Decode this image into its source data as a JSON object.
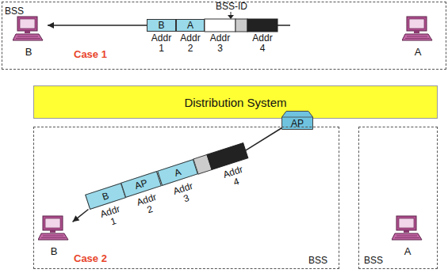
{
  "diagram": {
    "nodes": [
      {
        "text": [
          "BSS",
          "Case 1"
        ]
      },
      {
        "text": [
          "B"
        ],
        "in": 0
      },
      {
        "text": [
          "B"
        ],
        "in": 0
      },
      {
        "text": [
          "A"
        ],
        "in": 0
      },
      {
        "text": [
          "A"
        ],
        "in": 0
      },
      {
        "text": [
          "Distribution System"
        ]
      },
      {
        "text": [
          "AP"
        ]
      },
      {
        "text": [
          "Case 2",
          "BSS"
        ]
      },
      {
        "text": [
          "B"
        ],
        "in": 7
      },
      {
        "text": [
          "B"
        ],
        "in": 7
      },
      {
        "text": [
          "AP"
        ],
        "in": 7
      },
      {
        "text": [
          "A"
        ],
        "in": 7
      },
      {
        "text": [
          "BSS"
        ]
      },
      {
        "text": [
          "A"
        ],
        "in": 12
      }
    ],
    "edges": [
      {
        "from": 2,
        "to": 1,
        "arrow": "to"
      },
      {
        "from": 9,
        "to": 8,
        "arrow": "to"
      }
    ],
    "labels": [
      "BSS-ID",
      "Addr 1",
      "Addr 2",
      "Addr 3",
      "Addr 4",
      "Addr 1",
      "Addr 2",
      "Addr 3",
      "Addr 4"
    ]
  }
}
